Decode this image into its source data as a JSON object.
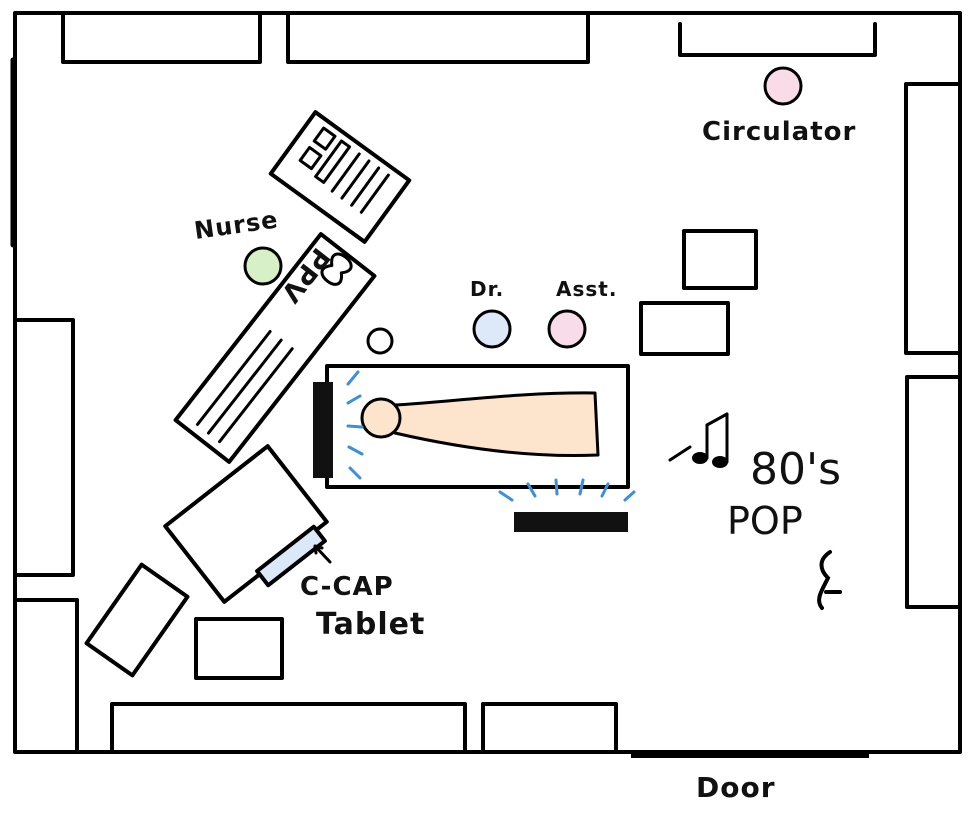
{
  "labels": {
    "circulator": "Circulator",
    "nurse": "Nurse",
    "dr": "Dr.",
    "asst": "Asst.",
    "ppv": "PPV",
    "pop_line1": "80's",
    "pop_line2": "POP",
    "ccap_line1": "C-CAP",
    "ccap_line2": "Tablet",
    "door": "Door"
  },
  "colors": {
    "circulator_fill": "#f9dce8",
    "nurse_fill": "#d8f0c8",
    "dr_fill": "#dde9f8",
    "asst_fill": "#f8dce9",
    "patient_fill": "#fde4cc",
    "light_rays": "#3b8fe0",
    "tablet_fill": "#dbe8f8",
    "stroke": "#000000"
  },
  "icons": {
    "music": "music-note-icon",
    "dancer": "dancer-figure-icon",
    "arrow": "arrow-icon",
    "light": "light-rays-icon"
  }
}
